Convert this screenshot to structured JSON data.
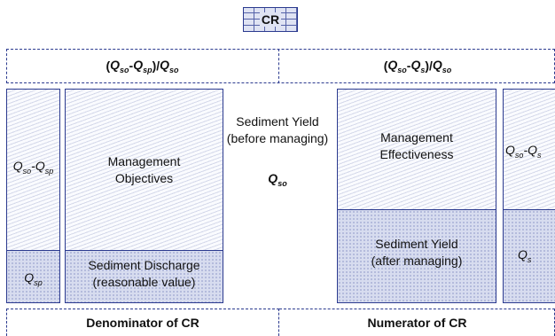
{
  "cr_label": "CR",
  "left_formula": {
    "a": "Q",
    "a_sub": "so",
    "b": "Q",
    "b_sub": "sp",
    "c": "Q",
    "c_sub": "so"
  },
  "right_formula": {
    "a": "Q",
    "a_sub": "so",
    "b": "Q",
    "b_sub": "s",
    "c": "Q",
    "c_sub": "so"
  },
  "left_narrow": {
    "top_main": "Q",
    "top_sub1": "so",
    "top_dash": "-Q",
    "top_sub2": "sp",
    "bottom_main": "Q",
    "bottom_sub": "sp"
  },
  "left_wide": {
    "top_line1": "Management",
    "top_line2": "Objectives",
    "bottom_line1": "Sediment Discharge",
    "bottom_line2": "(reasonable value)"
  },
  "center": {
    "line1": "Sediment Yield",
    "line2": "(before managing)",
    "symbol": "Q",
    "symbol_sub": "so"
  },
  "right_wide": {
    "top_line1": "Management",
    "top_line2": "Effectiveness",
    "bottom_line1": "Sediment Yield",
    "bottom_line2": "(after managing)"
  },
  "right_narrow": {
    "top_main": "Q",
    "top_sub1": "so",
    "top_dash": "-Q",
    "top_sub2": "s",
    "bottom_main": "Q",
    "bottom_sub": "s"
  },
  "bottom_left": "Denominator of CR",
  "bottom_right": "Numerator of CR"
}
